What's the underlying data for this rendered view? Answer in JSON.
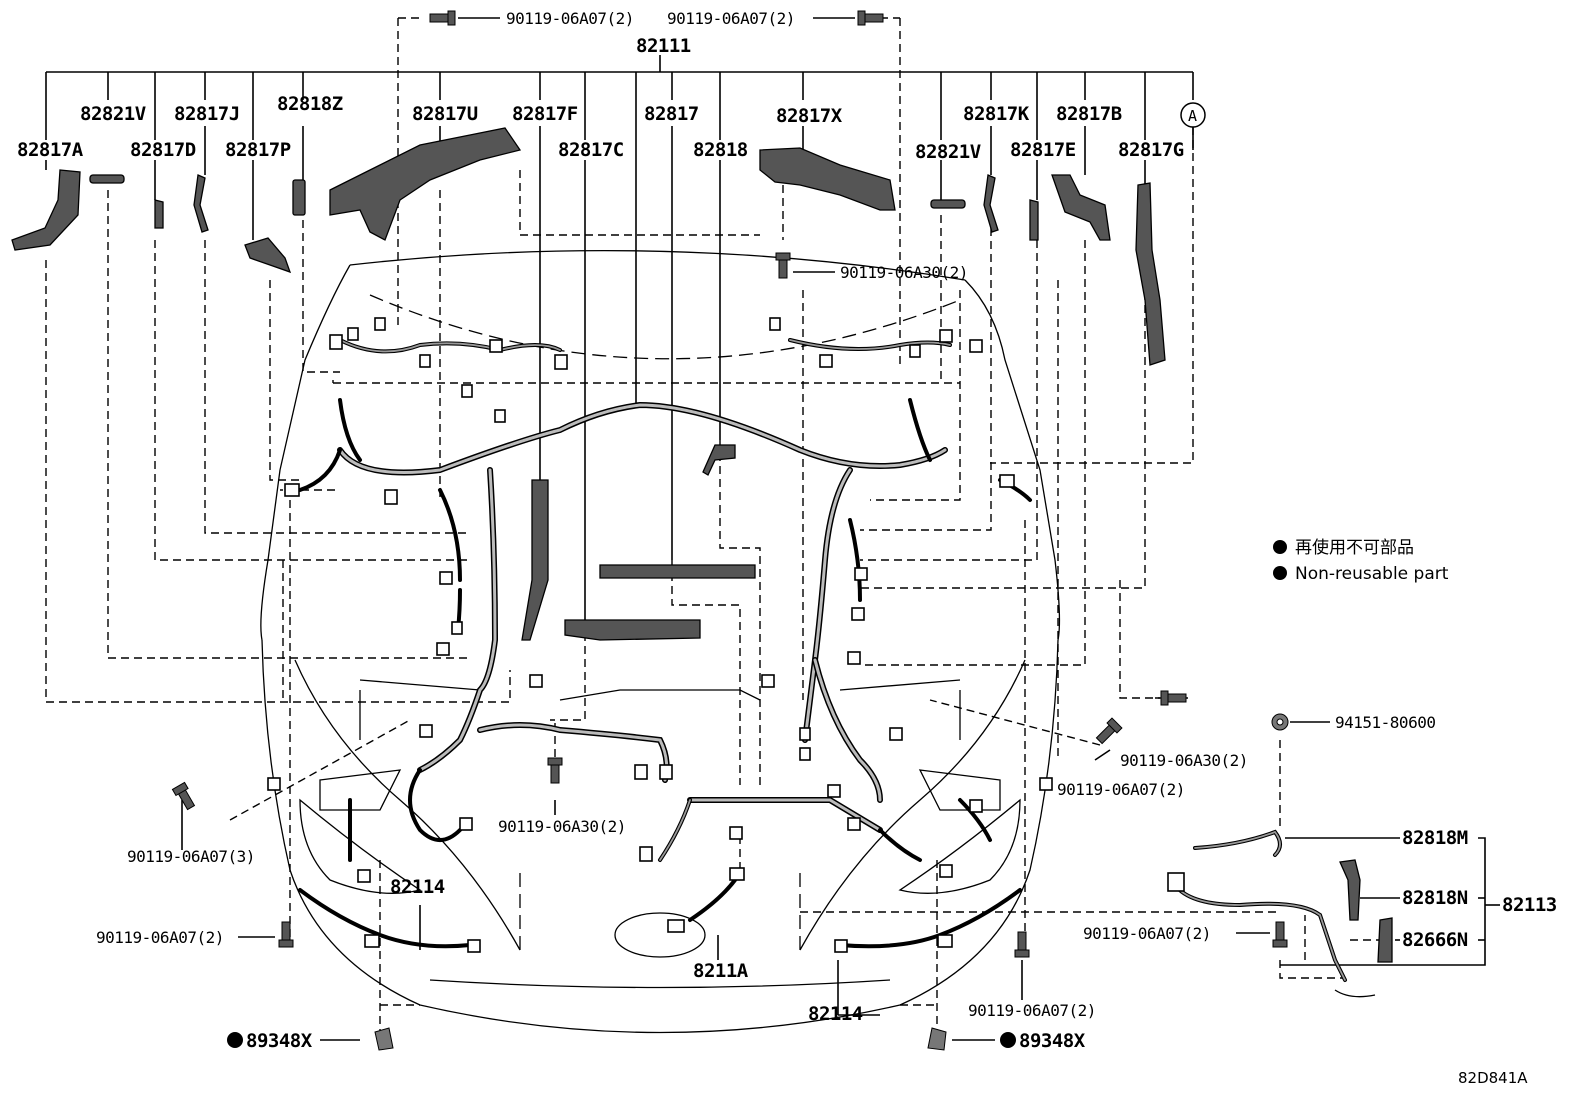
{
  "diagram_code": "82D841A",
  "legend": {
    "jp": "再使用不可部品",
    "en": "Non-reusable part"
  },
  "callout_a": "A",
  "assembly": {
    "main": "82111",
    "engine_room_sub": "82113",
    "headlamp_left": "82114",
    "headlamp_right": "82114",
    "center": "8211A"
  },
  "top_parts": [
    "82817A",
    "82821V",
    "82817D",
    "82817J",
    "82817P",
    "82818Z",
    "82817U",
    "82817F",
    "82817C",
    "82817",
    "82818",
    "82817X",
    "82821V",
    "82817K",
    "82817E",
    "82817B",
    "82817G"
  ],
  "sub_parts": [
    "82818M",
    "82818N",
    "82666N"
  ],
  "fasteners": {
    "top_left": "90119-06A07(2)",
    "top_right": "90119-06A07(2)",
    "upper_right": "90119-06A30(2)",
    "right_a": "90119-06A30(2)",
    "right_b": "90119-06A07(2)",
    "center_bottom": "90119-06A30(2)",
    "left_three": "90119-06A07(3)",
    "left_two": "90119-06A07(2)",
    "right_bottom": "90119-06A07(2)",
    "sub_left": "90119-06A07(2)",
    "sub_nut": "94151-80600"
  },
  "non_reusable": [
    "89348X",
    "89348X"
  ]
}
